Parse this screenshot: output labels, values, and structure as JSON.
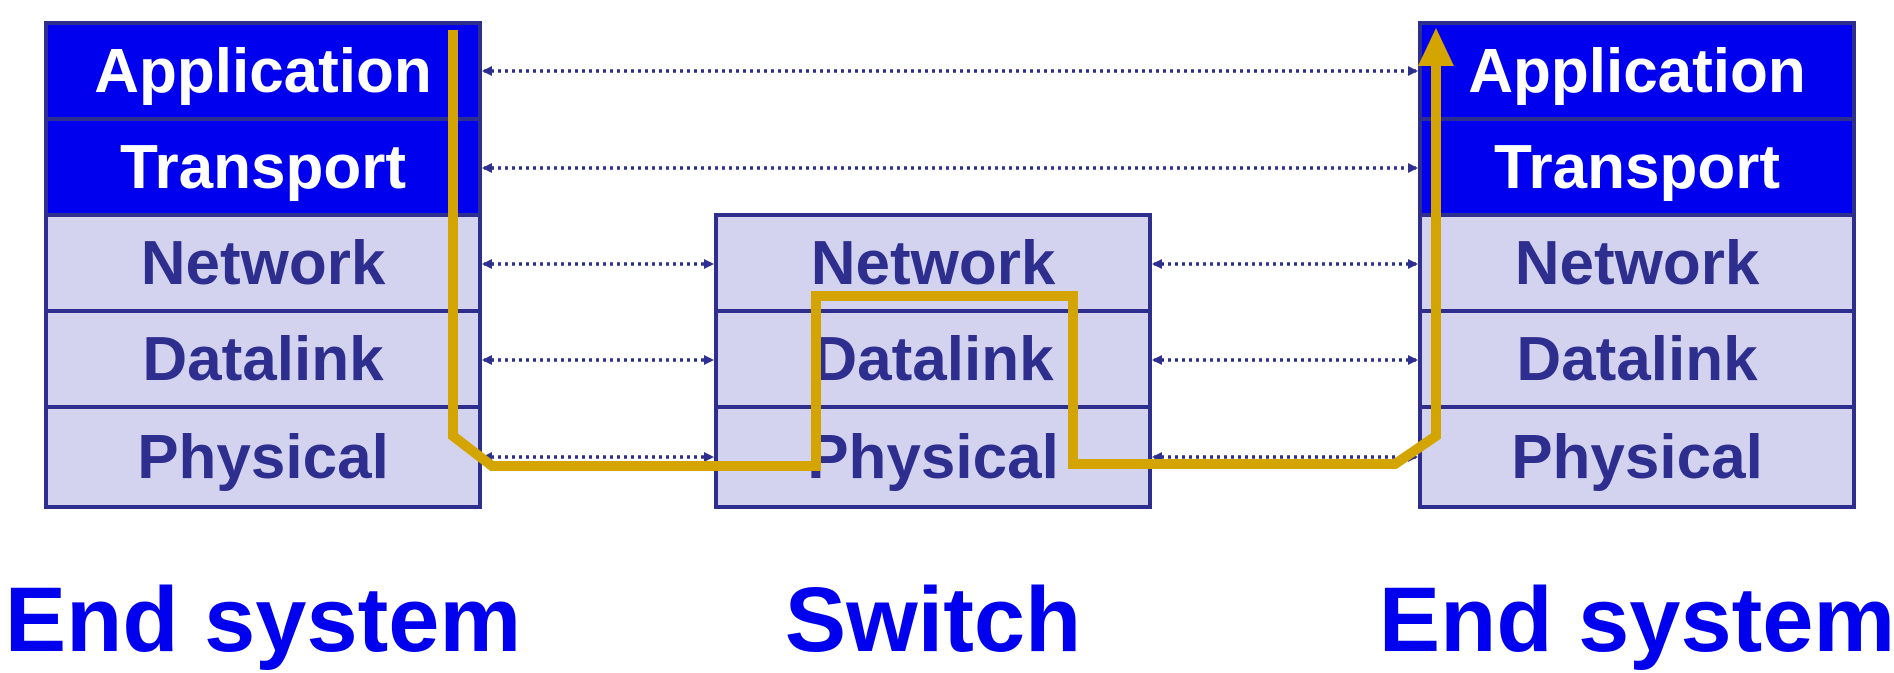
{
  "left_end_system": {
    "layers": [
      "Application",
      "Transport",
      "Network",
      "Datalink",
      "Physical"
    ],
    "caption": "End system"
  },
  "switch": {
    "layers": [
      "Network",
      "Datalink",
      "Physical"
    ],
    "caption": "Switch"
  },
  "right_end_system": {
    "layers": [
      "Application",
      "Transport",
      "Network",
      "Datalink",
      "Physical"
    ],
    "caption": "End system"
  },
  "colors": {
    "upper_layer_fill": "#0000ee",
    "lower_layer_fill": "#d3d3f0",
    "border": "#2e2e8f",
    "data_path": "#d4a500",
    "caption": "#0000ee"
  }
}
